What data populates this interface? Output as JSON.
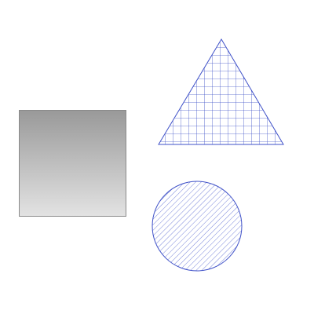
{
  "shapes": [
    {
      "kind": "square",
      "fill_style": "vertical gradient",
      "colors": {
        "gradient_top": "#999999",
        "gradient_bottom": "#e3e3e3",
        "stroke": "#8a8a8a"
      }
    },
    {
      "kind": "triangle",
      "fill_style": "grid hatch",
      "colors": {
        "hatch": "#3f51c8",
        "stroke": "#3f51c8",
        "background": "#ffffff"
      }
    },
    {
      "kind": "circle",
      "fill_style": "diagonal hatch",
      "colors": {
        "hatch": "#3f51c8",
        "stroke": "#3f51c8",
        "background": "#ffffff"
      }
    }
  ]
}
